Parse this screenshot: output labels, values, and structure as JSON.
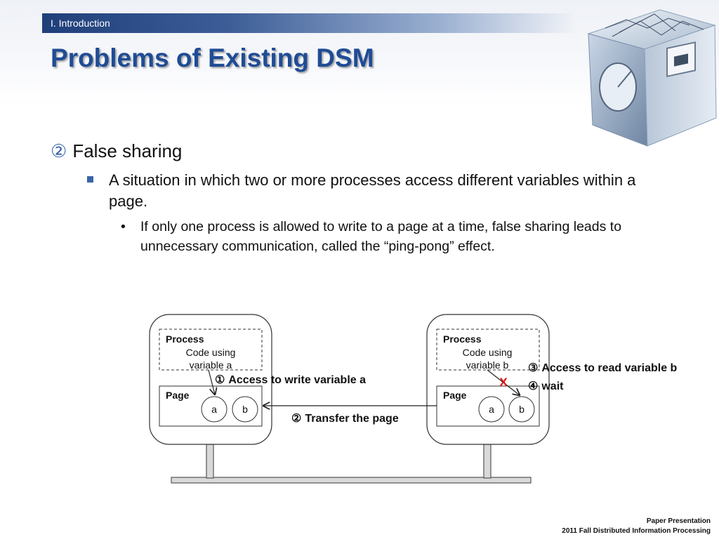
{
  "header": {
    "section": "I. Introduction",
    "title": "Problems of Existing DSM"
  },
  "content": {
    "level1": {
      "number": "②",
      "text": "False sharing"
    },
    "level2": "A situation in which two or more processes access different variables within a page.",
    "level3": "If only one process is allowed to write to a page at a time, false sharing leads to unnecessary communication, called the “ping-pong” effect.",
    "level3_bullet": "•"
  },
  "diagram": {
    "left_node": {
      "process_label": "Process",
      "code_line1": "Code using",
      "code_line2": "variable a",
      "page_label": "Page",
      "var_a": "a",
      "var_b": "b"
    },
    "right_node": {
      "process_label": "Process",
      "code_line1": "Code using",
      "code_line2": "variable b",
      "page_label": "Page",
      "var_a": "a",
      "var_b": "b"
    },
    "step1": {
      "num": "①",
      "text": "Access to write variable a"
    },
    "step2": {
      "num": "②",
      "text": "Transfer the page"
    },
    "step3": {
      "num": "③",
      "text": "Access to read variable b"
    },
    "step4": {
      "num": "④",
      "text": "wait"
    },
    "blocked_mark": "X",
    "blocked_color": "#e01010"
  },
  "footer": {
    "line1": "Paper Presentation",
    "line2": "2011 Fall Distributed Information Processing"
  }
}
